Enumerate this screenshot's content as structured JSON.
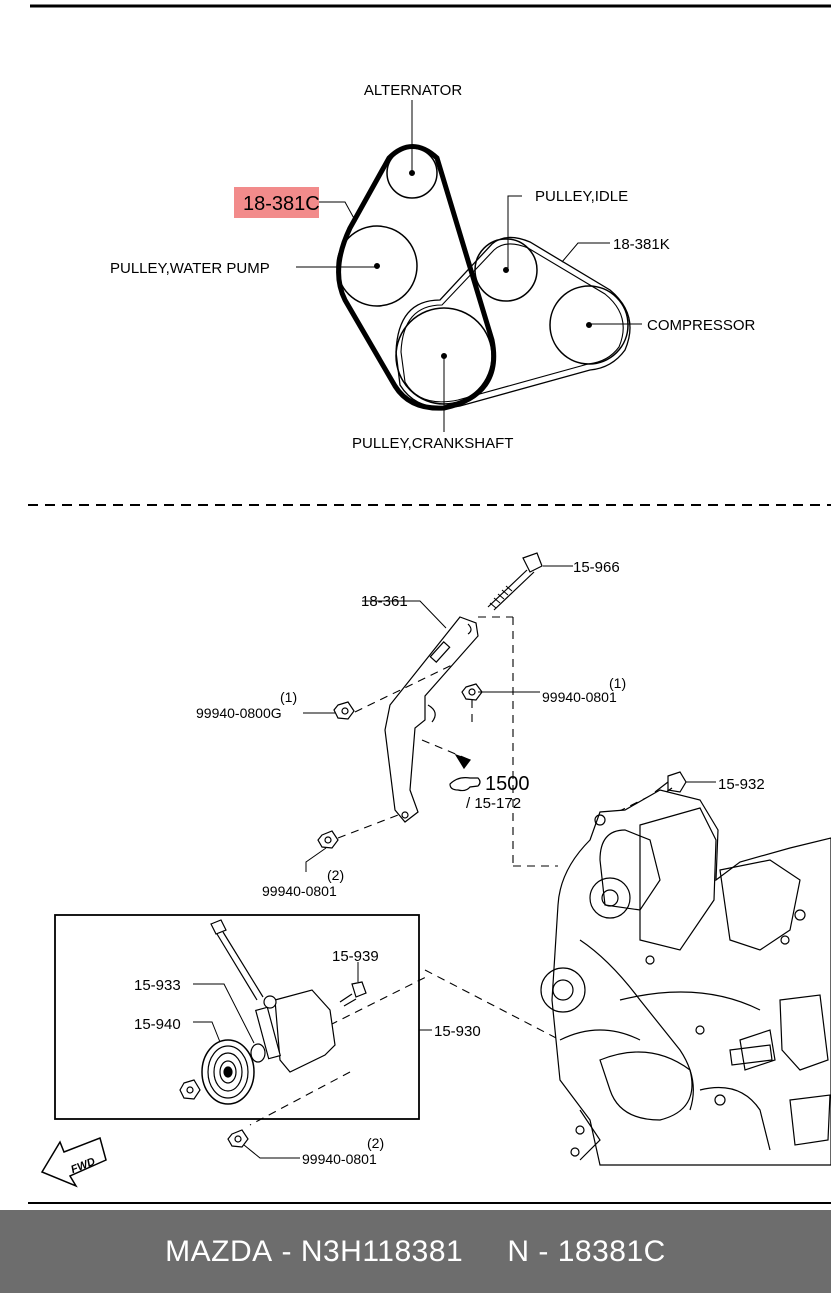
{
  "belt_diagram": {
    "alternator": "ALTERNATOR",
    "highlight_part": "18-381C",
    "pulley_idle": "PULLEY,IDLE",
    "belt_k": "18-381K",
    "water_pump": "PULLEY,WATER PUMP",
    "compressor": "COMPRESSOR",
    "crankshaft": "PULLEY,CRANKSHAFT",
    "highlight_color": "#f28b8b"
  },
  "parts_diagram": {
    "bolt_top": "15-966",
    "bracket": "18-361",
    "nut_left_qty": "(1)",
    "nut_left_code": "99940-0800G",
    "nut_right_qty": "(1)",
    "nut_right_code": "99940-0801",
    "ref_section": "1500",
    "ref_page": "/ 15-172",
    "bolt_right": "15-932",
    "nut_lower_qty": "(2)",
    "nut_lower_code": "99940-0801",
    "bolt_box": "15-939",
    "washer": "15-933",
    "idler_pulley": "15-940",
    "tensioner_assy": "15-930",
    "nut_bottom_qty": "(2)",
    "nut_bottom_code": "99940-0801",
    "fwd": "FWD"
  },
  "footer": {
    "brand": "MAZDA",
    "sep1": " - ",
    "oem": "N3H118381",
    "gap": "     ",
    "prefix": "N",
    "sep2": " - ",
    "code": "18381C"
  }
}
